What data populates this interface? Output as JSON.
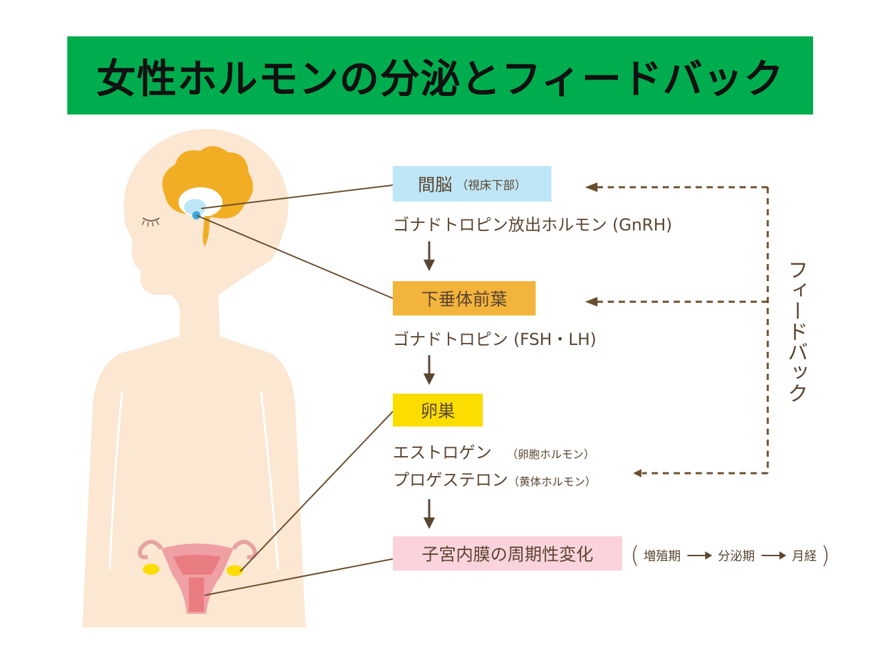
{
  "title": "女性ホルモンの分泌とフィードバック",
  "nodes": {
    "hypothalamus": {
      "label": "間脳",
      "sub": "（視床下部）"
    },
    "gnrh": {
      "label": "ゴナドトロピン放出ホルモン (GnRH)"
    },
    "pituitary": {
      "label": "下垂体前葉"
    },
    "gonadotropin": {
      "label": "ゴナドトロピン (FSH・LH)"
    },
    "ovary": {
      "label": "卵巣"
    },
    "estrogen": {
      "label": "エストロゲン",
      "note": "（卵胞ホルモン）"
    },
    "progesterone": {
      "label": "プロゲステロン",
      "note": "（黄体ホルモン）"
    },
    "endometrium": {
      "label": "子宮内膜の周期性変化"
    }
  },
  "cycle": {
    "open": "(",
    "close": ")",
    "phases": [
      "増殖期",
      "分泌期",
      "月経"
    ]
  },
  "feedback_label": "フィードバック",
  "colors": {
    "title_bg": "#00ad4e",
    "hypothalamus_box": "#bfe6f6",
    "pituitary_box": "#f3b43c",
    "ovary_box": "#fbdd00",
    "endometrium_box": "#fad3dc",
    "skin": "#fbe7d2",
    "brain": "#f1ad24",
    "line": "#5a4530"
  }
}
